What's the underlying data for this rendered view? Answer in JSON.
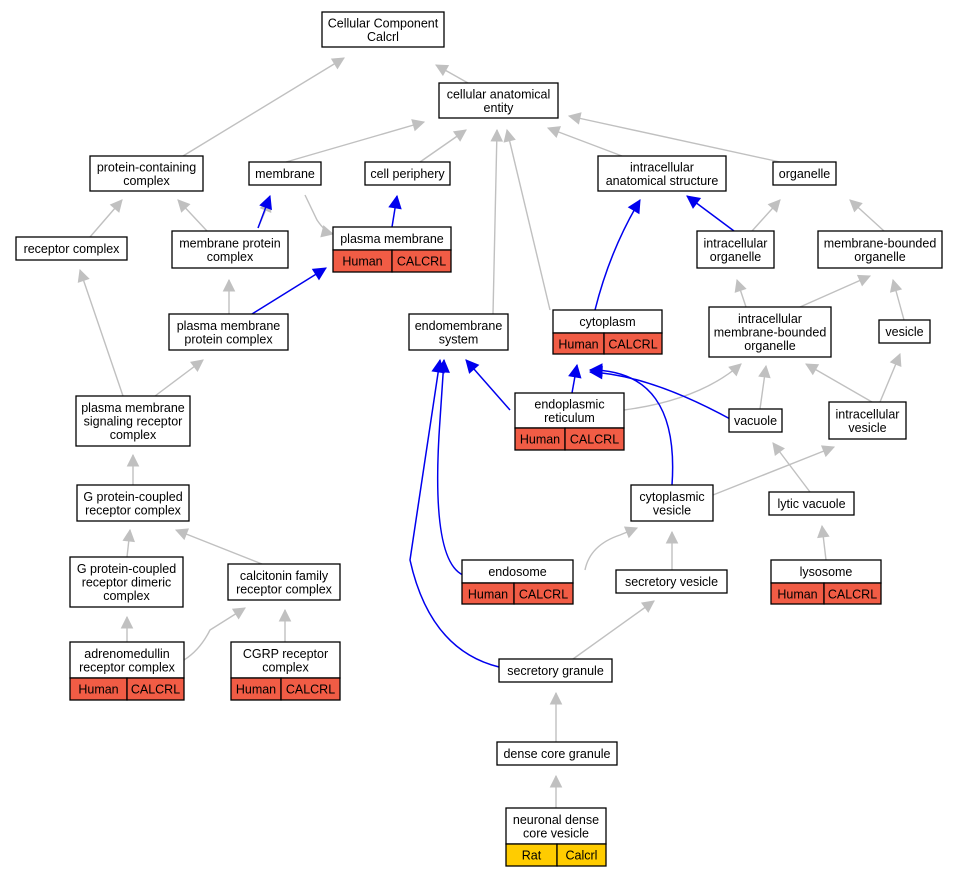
{
  "colors": {
    "human_annotation": "#f15c45",
    "rat_annotation": "#ffcc00",
    "inferred_edge": "#c0c0c0",
    "direct_edge": "#0000ee"
  },
  "nodes": {
    "root": [
      "Cellular Component",
      "Calcrl"
    ],
    "cellular_anatomical_entity": [
      "cellular anatomical",
      "entity"
    ],
    "protein_containing_complex": [
      "protein-containing",
      "complex"
    ],
    "membrane": [
      "membrane"
    ],
    "cell_periphery": [
      "cell periphery"
    ],
    "intracellular_anatomical_structure": [
      "intracellular",
      "anatomical structure"
    ],
    "organelle": [
      "organelle"
    ],
    "receptor_complex": [
      "receptor complex"
    ],
    "membrane_protein_complex": [
      "membrane protein",
      "complex"
    ],
    "plasma_membrane": [
      "plasma membrane"
    ],
    "intracellular_organelle": [
      "intracellular",
      "organelle"
    ],
    "membrane_bounded_organelle": [
      "membrane-bounded",
      "organelle"
    ],
    "plasma_membrane_protein_complex": [
      "plasma membrane",
      "protein complex"
    ],
    "endomembrane_system": [
      "endomembrane",
      "system"
    ],
    "cytoplasm": [
      "cytoplasm"
    ],
    "intracellular_membrane_bounded_organelle": [
      "intracellular",
      "membrane-bounded",
      "organelle"
    ],
    "vesicle": [
      "vesicle"
    ],
    "pm_signaling_receptor_complex": [
      "plasma membrane",
      "signaling receptor",
      "complex"
    ],
    "endoplasmic_reticulum": [
      "endoplasmic",
      "reticulum"
    ],
    "vacuole": [
      "vacuole"
    ],
    "intracellular_vesicle": [
      "intracellular",
      "vesicle"
    ],
    "gpcr_complex": [
      "G protein-coupled",
      "receptor complex"
    ],
    "cytoplasmic_vesicle": [
      "cytoplasmic",
      "vesicle"
    ],
    "lytic_vacuole": [
      "lytic vacuole"
    ],
    "gpcr_dimeric_complex": [
      "G protein-coupled",
      "receptor dimeric",
      "complex"
    ],
    "calcitonin_family_receptor_complex": [
      "calcitonin family",
      "receptor complex"
    ],
    "endosome": [
      "endosome"
    ],
    "secretory_vesicle": [
      "secretory vesicle"
    ],
    "lysosome": [
      "lysosome"
    ],
    "adrenomedullin_receptor_complex": [
      "adrenomedullin",
      "receptor complex"
    ],
    "cgrp_receptor_complex": [
      "CGRP receptor",
      "complex"
    ],
    "secretory_granule": [
      "secretory granule"
    ],
    "dense_core_granule": [
      "dense core granule"
    ],
    "neuronal_dense_core_vesicle": [
      "neuronal dense",
      "core vesicle"
    ]
  },
  "annotations": {
    "plasma_membrane": {
      "species": "Human",
      "gene": "CALCRL"
    },
    "cytoplasm": {
      "species": "Human",
      "gene": "CALCRL"
    },
    "endoplasmic_reticulum": {
      "species": "Human",
      "gene": "CALCRL"
    },
    "endosome": {
      "species": "Human",
      "gene": "CALCRL"
    },
    "lysosome": {
      "species": "Human",
      "gene": "CALCRL"
    },
    "adrenomedullin_receptor_complex": {
      "species": "Human",
      "gene": "CALCRL"
    },
    "cgrp_receptor_complex": {
      "species": "Human",
      "gene": "CALCRL"
    },
    "neuronal_dense_core_vesicle": {
      "species": "Rat",
      "gene": "Calcrl"
    }
  }
}
